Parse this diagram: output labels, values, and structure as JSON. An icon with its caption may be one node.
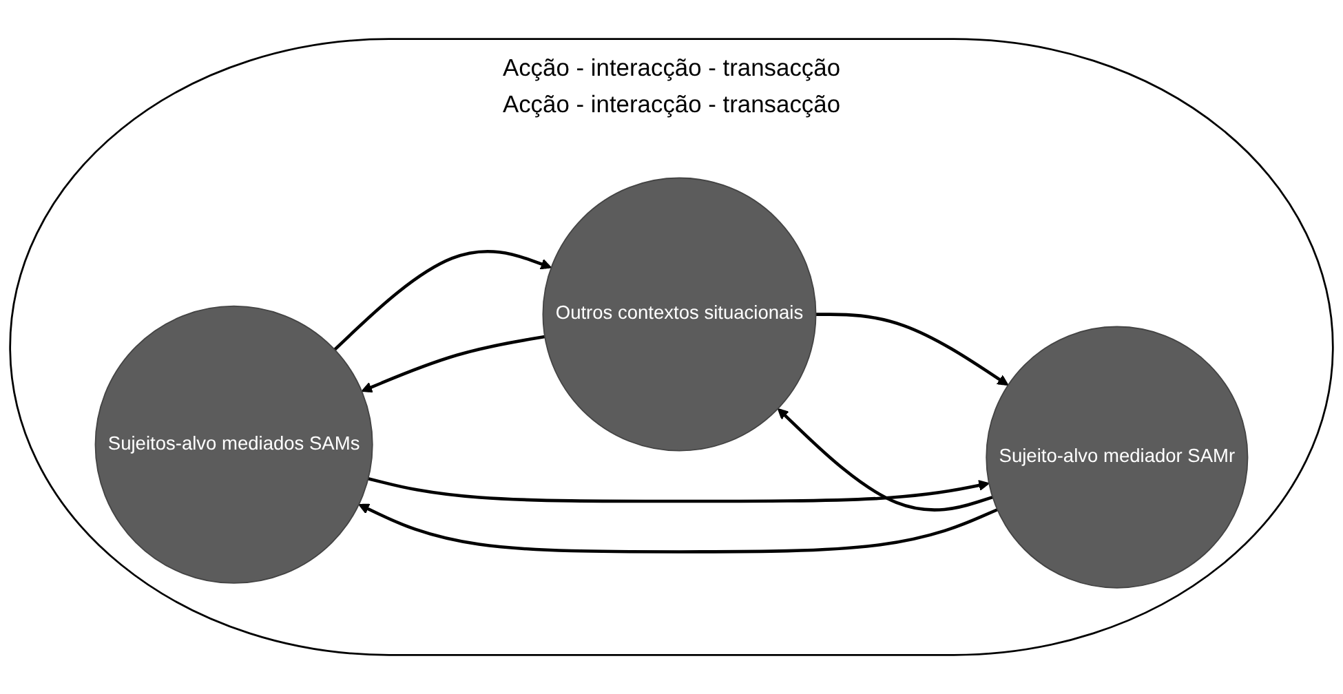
{
  "diagram": {
    "nodes": [
      {
        "text": [
          "Acção - interacção - transacção",
          "Acção - interacção - transacção"
        ]
      },
      {
        "text": [
          "Sujeitos-alvo mediados SAMs"
        ],
        "in": 0
      },
      {
        "text": [
          "Outros contextos situacionais"
        ],
        "in": 0
      },
      {
        "text": [
          "Sujeito-alvo mediador SAMr"
        ],
        "in": 0
      }
    ],
    "edges": [
      {
        "from": 1,
        "to": 2,
        "arrow": "to"
      },
      {
        "from": 2,
        "to": 3,
        "arrow": "to"
      },
      {
        "from": 1,
        "to": 3,
        "arrow": "to"
      },
      {
        "from": 3,
        "to": 2,
        "arrow": "to"
      },
      {
        "from": 2,
        "to": 1,
        "arrow": "to"
      },
      {
        "from": 3,
        "to": 1,
        "arrow": "to"
      }
    ]
  }
}
